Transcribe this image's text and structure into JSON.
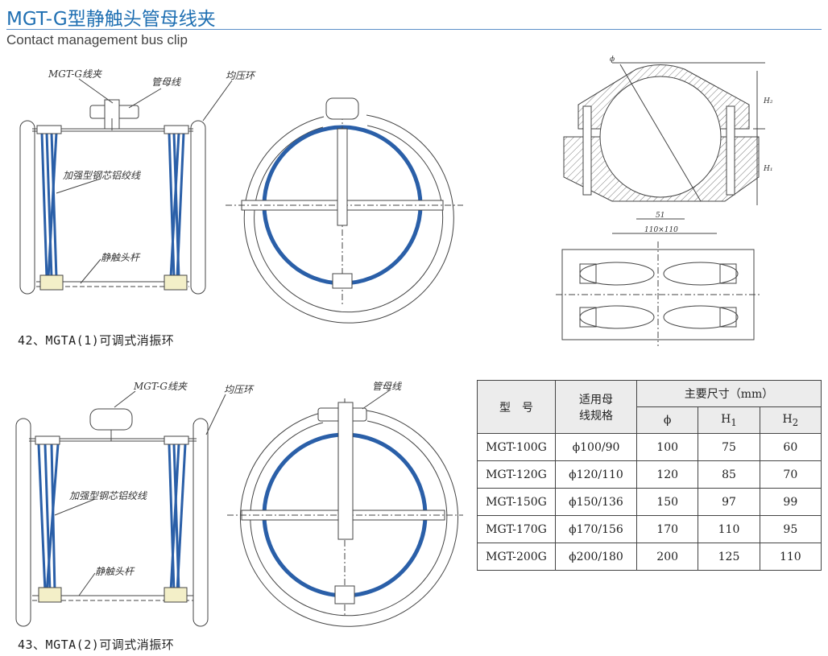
{
  "header": {
    "title": "MGT-G型静触头管母线夹",
    "subtitle": "Contact management bus clip"
  },
  "figure1": {
    "labels": {
      "clip": "MGT-G线夹",
      "bus": "管母线",
      "ring": "均压环",
      "wire": "加强型钢芯铝绞线",
      "rod": "静触头杆"
    },
    "caption": "42、MGTA(1)可调式消振环"
  },
  "figure2": {
    "labels": {
      "clip": "MGT-G线夹",
      "ring": "均压环",
      "bus": "管母线",
      "wire": "加强型钢芯铝绞线",
      "rod": "静触头杆"
    },
    "caption": "43、MGTA(2)可调式消振环"
  },
  "detail": {
    "phi": "ϕ",
    "h2": "H₂",
    "h1": "H₁",
    "dim_51": "51",
    "dim_110": "110×110"
  },
  "spec_table": {
    "col_model": "型　号",
    "col_bus_line1": "适用母",
    "col_bus_line2": "线规格",
    "col_main": "主要尺寸（mm）",
    "col_phi": "ϕ",
    "col_h1": "H",
    "col_h1_sub": "1",
    "col_h2": "H",
    "col_h2_sub": "2",
    "rows": [
      {
        "model": "MGT-100G",
        "bus": "ϕ100/90",
        "phi": "100",
        "h1": "75",
        "h2": "60"
      },
      {
        "model": "MGT-120G",
        "bus": "ϕ120/110",
        "phi": "120",
        "h1": "85",
        "h2": "70"
      },
      {
        "model": "MGT-150G",
        "bus": "ϕ150/136",
        "phi": "150",
        "h1": "97",
        "h2": "99"
      },
      {
        "model": "MGT-170G",
        "bus": "ϕ170/156",
        "phi": "170",
        "h1": "110",
        "h2": "95"
      },
      {
        "model": "MGT-200G",
        "bus": "ϕ200/180",
        "phi": "200",
        "h1": "125",
        "h2": "110"
      }
    ]
  },
  "colors": {
    "accent": "#1f6fb2",
    "ring_blue": "#2a5fa8",
    "line": "#444444"
  }
}
